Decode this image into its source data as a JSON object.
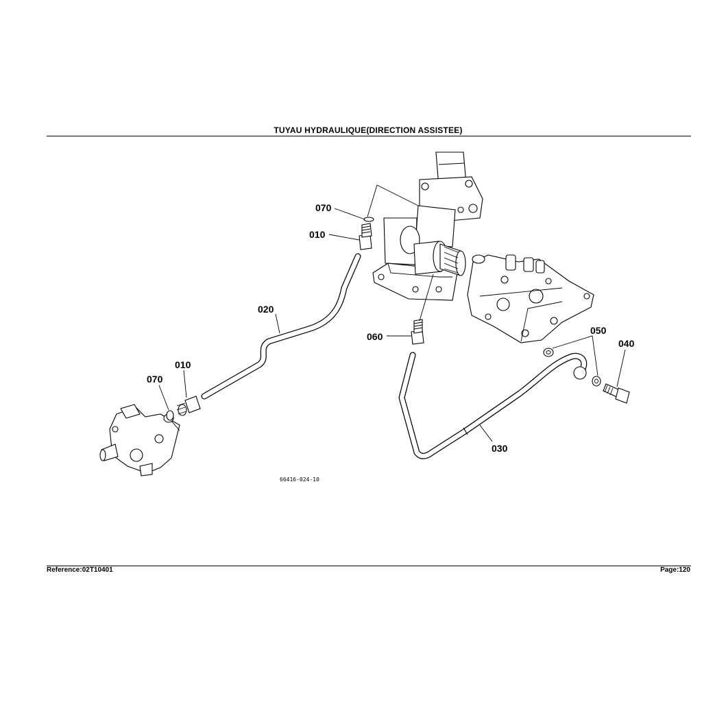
{
  "page": {
    "title": "TUYAU HYDRAULIQUE(DIRECTION ASSISTEE)",
    "reference": "Reference:02T10401",
    "page_number": "Page:120"
  },
  "figure": {
    "code": "66416-024-10",
    "callouts": {
      "c070_upper": "070",
      "c010_upper": "010",
      "c020": "020",
      "c060": "060",
      "c050": "050",
      "c040": "040",
      "c010_lower": "010",
      "c070_lower": "070",
      "c030": "030"
    }
  }
}
